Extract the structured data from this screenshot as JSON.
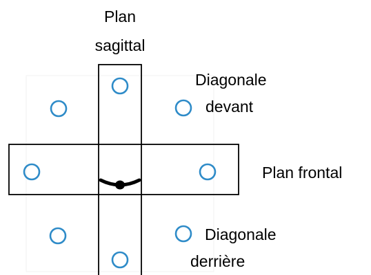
{
  "labels": {
    "sagittal_line1": "Plan",
    "sagittal_line2": "sagittal",
    "diag_front_line1": "Diagonale",
    "diag_front_line2": "devant",
    "frontal": "Plan frontal",
    "diag_back_line1": "Diagonale",
    "diag_back_line2": "derrière"
  },
  "colors": {
    "circle_stroke": "#2e8bc8",
    "lines": "#000000",
    "text": "#000000"
  },
  "icons": {
    "center_figure": "person-top-view-icon",
    "markers": "target-circle-icon"
  }
}
